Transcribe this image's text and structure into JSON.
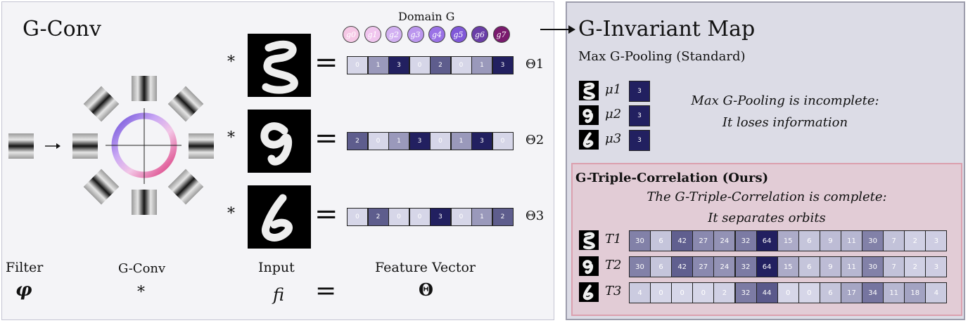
{
  "left": {
    "title": "G-Conv",
    "domain_label": "Domain G",
    "elements": [
      "g0",
      "g1",
      "g2",
      "g3",
      "g4",
      "g5",
      "g6",
      "g7"
    ],
    "element_colors": [
      "#f6c8e6",
      "#f0c5ee",
      "#d2b0f2",
      "#bb96ee",
      "#9a72e6",
      "#8058d9",
      "#6a3ea8",
      "#7a1a6e"
    ],
    "conv_op": "*",
    "equals": "=",
    "inputs": [
      {
        "theta": "Θ1",
        "values": [
          "0",
          "1",
          "3",
          "0",
          "2",
          "0",
          "1",
          "3"
        ]
      },
      {
        "theta": "Θ2",
        "values": [
          "2",
          "0",
          "1",
          "3",
          "0",
          "1",
          "3",
          "0"
        ]
      },
      {
        "theta": "Θ3",
        "values": [
          "0",
          "2",
          "0",
          "0",
          "3",
          "0",
          "1",
          "2"
        ]
      }
    ],
    "bottom_labels": {
      "filter": "Filter",
      "filter_sym": "φ",
      "gconv": "G-Conv",
      "gconv_sym": "*",
      "input": "Input",
      "input_sym": "fi",
      "feature": "Feature Vector",
      "feature_sym": "Θ",
      "equals_sym": "="
    }
  },
  "right": {
    "title": "G-Invariant Map",
    "subtitle": "Max G-Pooling (Standard)",
    "pool_rows": [
      {
        "label": "μ1",
        "value": "3"
      },
      {
        "label": "μ2",
        "value": "3"
      },
      {
        "label": "μ3",
        "value": "3"
      }
    ],
    "pool_note_line1": "Max G-Pooling is incomplete:",
    "pool_note_line2": "It loses information",
    "tc_title": "G-Triple-Correlation (Ours)",
    "tc_note_line1": "The G-Triple-Correlation is complete:",
    "tc_note_line2": "It separates orbits",
    "tc_rows": [
      {
        "label": "T1",
        "values": [
          "30",
          "6",
          "42",
          "27",
          "24",
          "32",
          "64",
          "15",
          "6",
          "9",
          "11",
          "30",
          "7",
          "2",
          "3"
        ]
      },
      {
        "label": "T2",
        "values": [
          "30",
          "6",
          "42",
          "27",
          "24",
          "32",
          "64",
          "15",
          "6",
          "9",
          "11",
          "30",
          "7",
          "2",
          "3"
        ]
      },
      {
        "label": "T3",
        "values": [
          "4",
          "0",
          "0",
          "0",
          "2",
          "32",
          "44",
          "0",
          "0",
          "6",
          "17",
          "34",
          "11",
          "18",
          "4"
        ]
      }
    ]
  }
}
